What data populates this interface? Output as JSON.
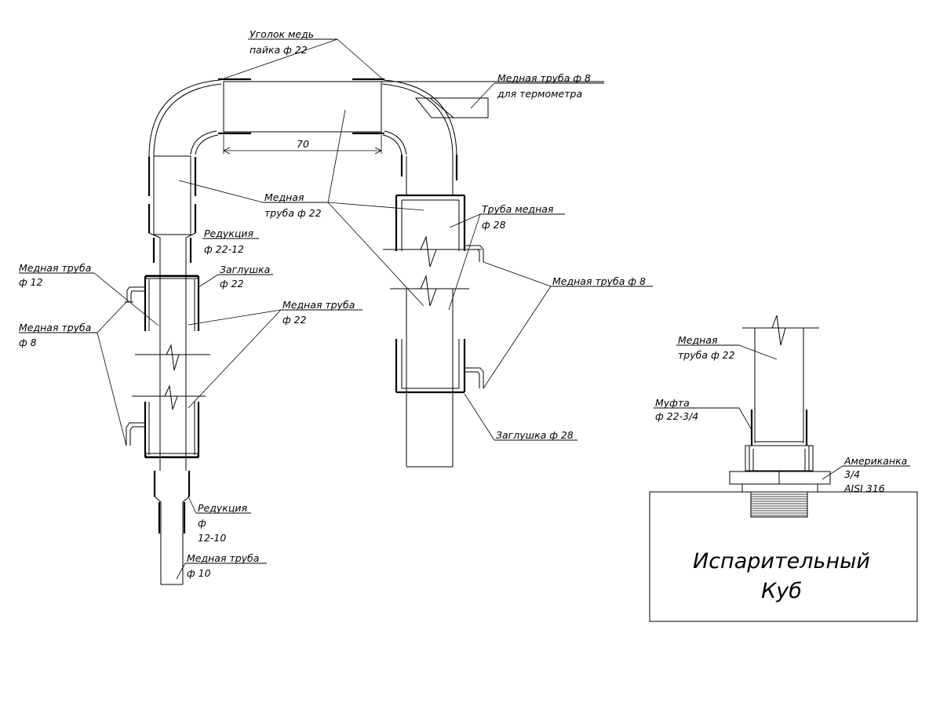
{
  "labels": {
    "elbow_l1": "Уголок медь",
    "elbow_l2": "пайка ф 22",
    "thermo_l1": "Медная труба ф 8",
    "thermo_l2": "для термометра",
    "dim_70": "70",
    "center_l1": "Медная",
    "center_l2": "труба ф 22",
    "red1_l1": "Редукция",
    "red1_l2": "ф 22-12",
    "tube28_l1": "Труба медная",
    "tube28_l2": "ф 28",
    "cap22_l1": "Заглушка",
    "cap22_l2": "ф 22",
    "tube12_l1": "Медная труба",
    "tube12_l2": "ф 12",
    "tube22_l1": "Медная труба",
    "tube22_l2": "ф 22",
    "tube8r": "Медная труба ф 8",
    "tube8l_l1": "Медная труба",
    "tube8l_l2": "ф 8",
    "cap28": "Заглушка ф 28",
    "red2_l1": "Редукция",
    "red2_l2": "ф",
    "red2_l3": "12-10",
    "tube10_l1": "Медная труба",
    "tube10_l2": "ф 10",
    "cube_tube_l1": "Медная",
    "cube_tube_l2": "труба ф 22",
    "coupling_l1": "Муфта",
    "coupling_l2": "ф 22-3/4",
    "union_l1": "Американка",
    "union_l2": "3/4",
    "union_l3": "AISI 316",
    "cube_l1": "Испарительный",
    "cube_l2": "Куб"
  }
}
